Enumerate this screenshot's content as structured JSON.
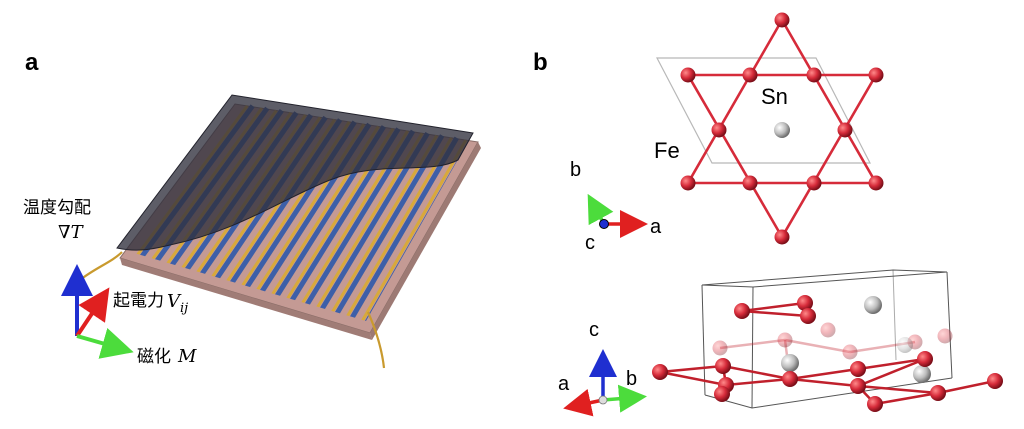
{
  "panel_a": {
    "letter": "a",
    "gradient_label": "温度勾配",
    "gradient_symbol": "∇T",
    "emf_label": "起電力",
    "emf_symbol_main": "V",
    "emf_symbol_sub": "ij",
    "magnetization_label": "磁化",
    "magnetization_symbol": "M"
  },
  "panel_b": {
    "letter": "b",
    "atom_sn": "Sn",
    "atom_fe": "Fe",
    "top_axes": {
      "b": "b",
      "c": "c",
      "a": "a"
    },
    "bottom_axes": {
      "c": "c",
      "a": "a",
      "b": "b"
    }
  },
  "colors": {
    "fe": "#d62b3a",
    "sn": "#b0b0b0",
    "stripe_gold": "#d8a93a",
    "stripe_blue": "#3d5fa8",
    "substrate": "#c49a94",
    "film": "#3a3a48",
    "axis_red": "#e02020",
    "axis_green": "#4cdc3c",
    "axis_blue": "#1f2fd0"
  }
}
